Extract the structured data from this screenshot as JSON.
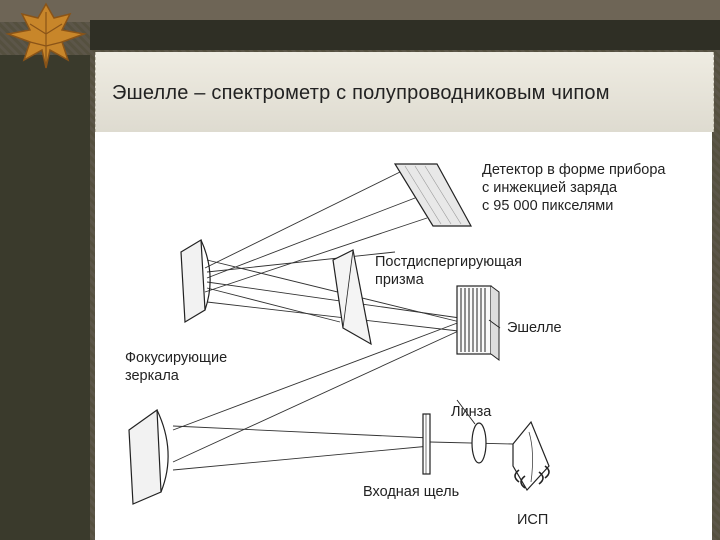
{
  "slide": {
    "title": "Эшелле – спектрометр с полупроводниковым чипом"
  },
  "diagram": {
    "labels": {
      "detector": [
        "Детектор в форме прибора",
        "с инжекцией заряда",
        "с 95 000 пикселями"
      ],
      "prism": [
        "Постдиспергирующая",
        "призма"
      ],
      "echelle": "Эшелле",
      "mirrors": [
        "Фокусирующие",
        "зеркала"
      ],
      "lens": "Линза",
      "slit": "Входная щель",
      "icp": "ИСП"
    }
  },
  "colors": {
    "background": "#5a5448",
    "title_box": "#ebe8de",
    "diagram_bg": "#ffffff",
    "ink": "#222222"
  }
}
